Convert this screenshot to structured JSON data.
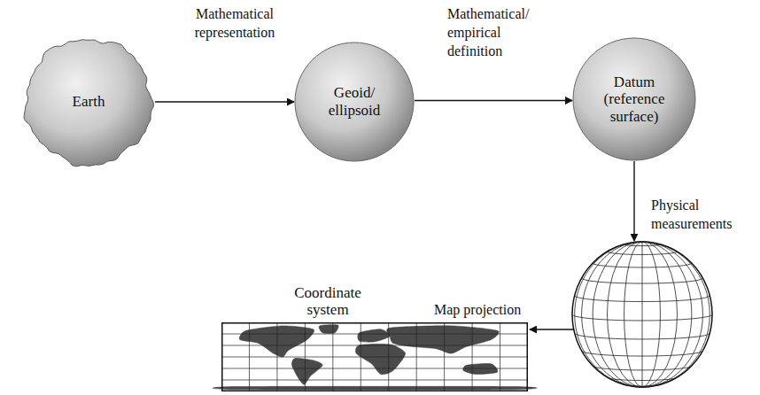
{
  "diagram": {
    "nodes": [
      {
        "text": [
          "Earth"
        ]
      },
      {
        "text": [
          "Geoid/ ellipsoid"
        ]
      },
      {
        "text": [
          "Datum (reference surface)"
        ]
      },
      {
        "text": []
      },
      {
        "text": [
          "Coordinate system"
        ]
      }
    ],
    "edges": [
      {
        "from": 0,
        "to": 1,
        "arrow": "to",
        "label": "Mathematical representation"
      },
      {
        "from": 1,
        "to": 2,
        "arrow": "to",
        "label": "Mathematical/ empirical definition"
      },
      {
        "from": 2,
        "to": 3,
        "arrow": "to",
        "label": "Physical measurements"
      },
      {
        "from": 3,
        "to": 4,
        "arrow": "to",
        "label": "Map projection"
      }
    ]
  }
}
